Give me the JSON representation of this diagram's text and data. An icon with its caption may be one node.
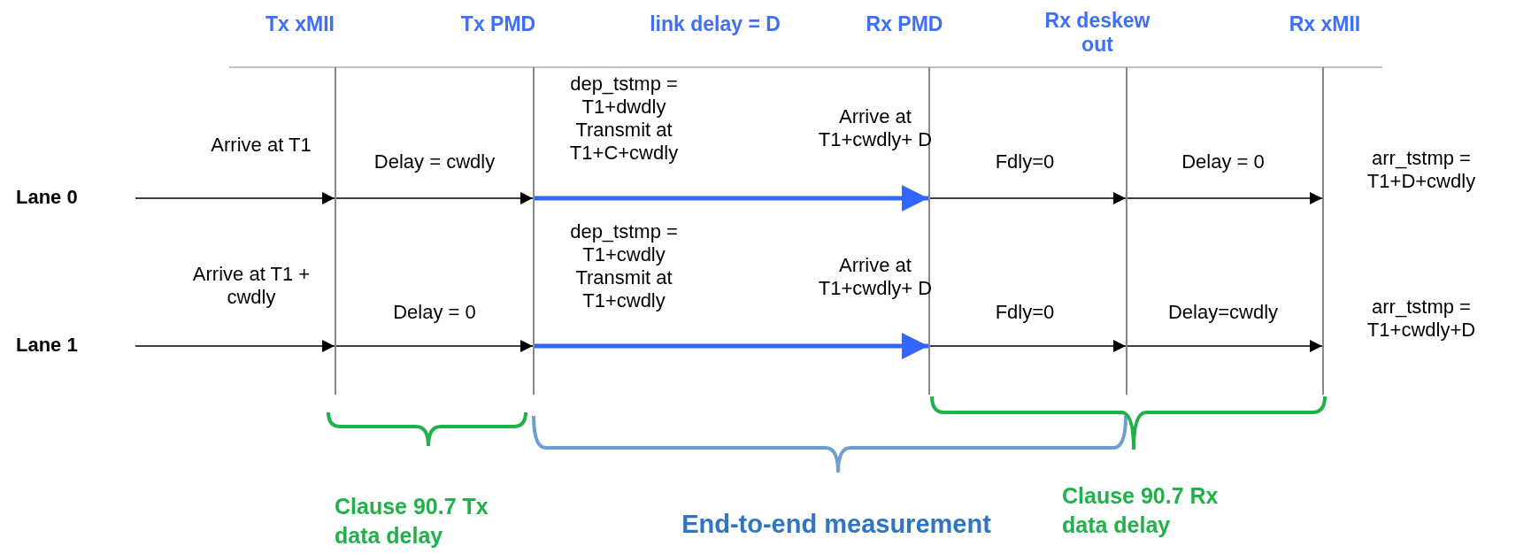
{
  "diagram": {
    "nodes": [
      {
        "text": [
          "Tx xMII"
        ]
      },
      {
        "text": [
          "Tx PMD"
        ]
      },
      {
        "text": [
          "Rx PMD"
        ]
      },
      {
        "text": [
          "Rx deskew out"
        ]
      },
      {
        "text": [
          "Rx xMII"
        ]
      },
      {
        "text": [
          "Lane 0"
        ]
      },
      {
        "text": [
          "Lane 1"
        ]
      }
    ],
    "edges": [
      {
        "from": 5,
        "to": 0,
        "arrow": "to",
        "label": "Arrive at T1"
      },
      {
        "from": 0,
        "to": 1,
        "arrow": "to",
        "label": "Delay = cwdly"
      },
      {
        "from": 1,
        "to": 2,
        "arrow": "to",
        "label": "dep_tstmp = T1+dwdly Transmit at T1+C+cwdly",
        "style": "thick",
        "color": "#3366ff"
      },
      {
        "from": 2,
        "to": 3,
        "arrow": "to",
        "label": "Fdly=0"
      },
      {
        "from": 3,
        "to": 4,
        "arrow": "to",
        "label": "Delay = 0"
      },
      {
        "from": 6,
        "to": 0,
        "arrow": "to",
        "label": "Arrive at T1 + cwdly"
      },
      {
        "from": 0,
        "to": 1,
        "arrow": "to",
        "label": "Delay = 0"
      },
      {
        "from": 1,
        "to": 2,
        "arrow": "to",
        "label": "dep_tstmp = T1+cwdly Transmit at T1+cwdly",
        "style": "thick",
        "color": "#3366ff"
      },
      {
        "from": 2,
        "to": 3,
        "arrow": "to",
        "label": "Fdly=0"
      },
      {
        "from": 3,
        "to": 4,
        "arrow": "to",
        "label": "Delay=cwdly"
      }
    ],
    "labels": [
      "link delay = D",
      "Arrive at T1+cwdly+ D",
      "arr_tstmp = T1+D+cwdly",
      "Arrive at T1+cwdly+ D",
      "arr_tstmp = T1+cwdly+D",
      "Clause 90.7 Tx data delay",
      "End-to-end measurement",
      "Clause 90.7 Rx data delay"
    ]
  }
}
